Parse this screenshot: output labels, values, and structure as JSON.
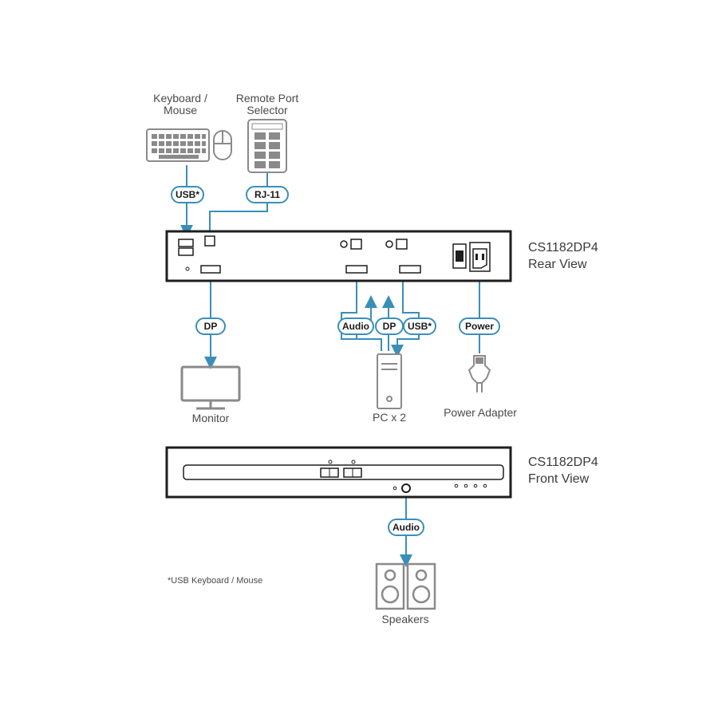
{
  "devices": {
    "keyboard_mouse": "Keyboard / Mouse",
    "keyboard_mouse_line1": "Keyboard /",
    "keyboard_mouse_line2": "Mouse",
    "remote_selector_line1": "Remote Port",
    "remote_selector_line2": "Selector",
    "monitor": "Monitor",
    "pc": "PC x 2",
    "power_adapter": "Power Adapter",
    "speakers": "Speakers"
  },
  "rear_unit": {
    "model": "CS1182DP4",
    "view": "Rear View"
  },
  "front_unit": {
    "model": "CS1182DP4",
    "view": "Front View"
  },
  "connections": {
    "usb_keyboard": "USB*",
    "rj11": "RJ-11",
    "dp_monitor": "DP",
    "pc_audio": "Audio",
    "pc_dp": "DP",
    "pc_usb": "USB*",
    "power": "Power",
    "speaker_audio": "Audio"
  },
  "footnote": "*USB Keyboard / Mouse",
  "colors": {
    "cable": "#3a8fb7",
    "outline": "#1e1e1e",
    "device_gray": "#8a8a8a"
  }
}
